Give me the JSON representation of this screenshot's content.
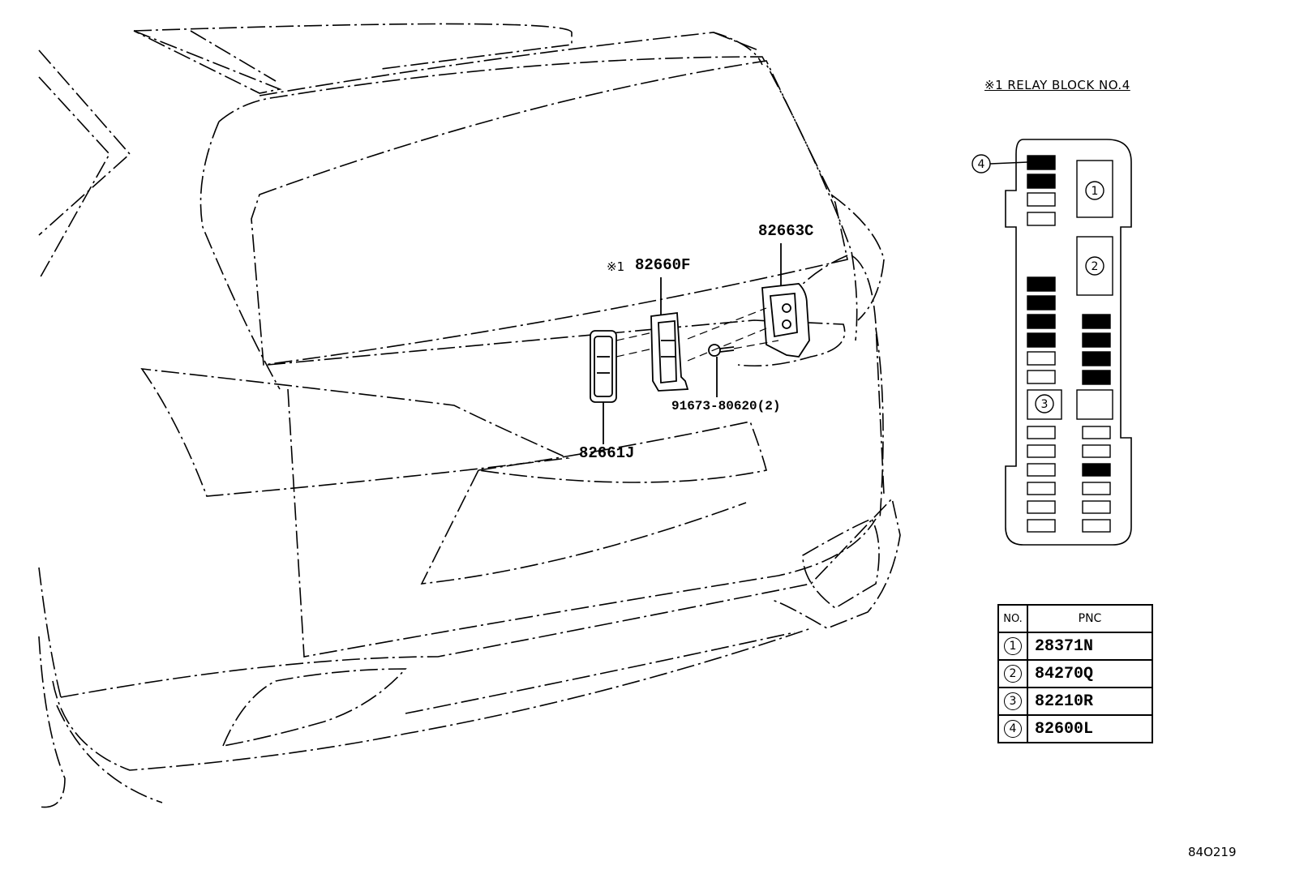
{
  "callouts": {
    "p82663c": "82663C",
    "ref_mark": "※1",
    "p82660f": "82660F",
    "p91673": "91673-80620(2)",
    "p82661j": "82661J"
  },
  "relay_block": {
    "title": "※1  RELAY BLOCK NO.4",
    "markers": [
      "1",
      "2",
      "3",
      "4"
    ]
  },
  "pnc_table": {
    "header_no": "NO.",
    "header_pnc": "PNC",
    "rows": [
      {
        "no": "1",
        "pnc": "28371N"
      },
      {
        "no": "2",
        "pnc": "84270Q"
      },
      {
        "no": "3",
        "pnc": "82210R"
      },
      {
        "no": "4",
        "pnc": "82600L"
      }
    ]
  },
  "figure_id": "84O219"
}
